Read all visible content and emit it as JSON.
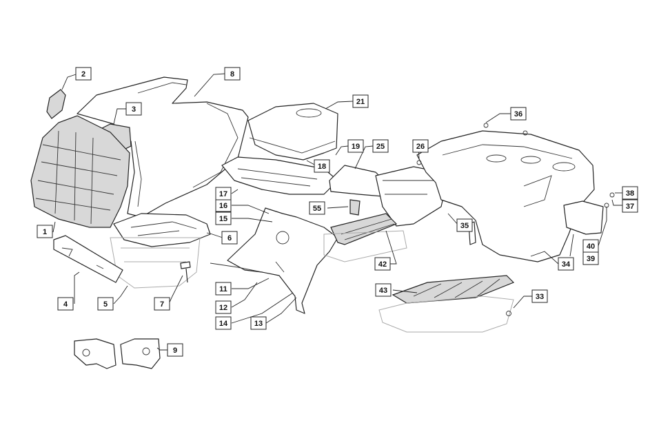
{
  "callouts": [
    {
      "id": "1",
      "label": "1"
    },
    {
      "id": "2",
      "label": "2"
    },
    {
      "id": "3",
      "label": "3"
    },
    {
      "id": "4",
      "label": "4"
    },
    {
      "id": "5",
      "label": "5"
    },
    {
      "id": "6",
      "label": "6"
    },
    {
      "id": "7",
      "label": "7"
    },
    {
      "id": "8",
      "label": "8"
    },
    {
      "id": "9",
      "label": "9"
    },
    {
      "id": "11",
      "label": "11"
    },
    {
      "id": "12",
      "label": "12"
    },
    {
      "id": "13",
      "label": "13"
    },
    {
      "id": "14",
      "label": "14"
    },
    {
      "id": "15",
      "label": "15"
    },
    {
      "id": "16",
      "label": "16"
    },
    {
      "id": "17",
      "label": "17"
    },
    {
      "id": "18",
      "label": "18"
    },
    {
      "id": "19",
      "label": "19"
    },
    {
      "id": "21",
      "label": "21"
    },
    {
      "id": "25",
      "label": "25"
    },
    {
      "id": "26",
      "label": "26"
    },
    {
      "id": "33",
      "label": "33"
    },
    {
      "id": "34",
      "label": "34"
    },
    {
      "id": "35",
      "label": "35"
    },
    {
      "id": "36",
      "label": "36"
    },
    {
      "id": "37",
      "label": "37"
    },
    {
      "id": "38",
      "label": "38"
    },
    {
      "id": "39",
      "label": "39"
    },
    {
      "id": "40",
      "label": "40"
    },
    {
      "id": "42",
      "label": "42"
    },
    {
      "id": "43",
      "label": "43"
    },
    {
      "id": "55",
      "label": "55"
    }
  ]
}
